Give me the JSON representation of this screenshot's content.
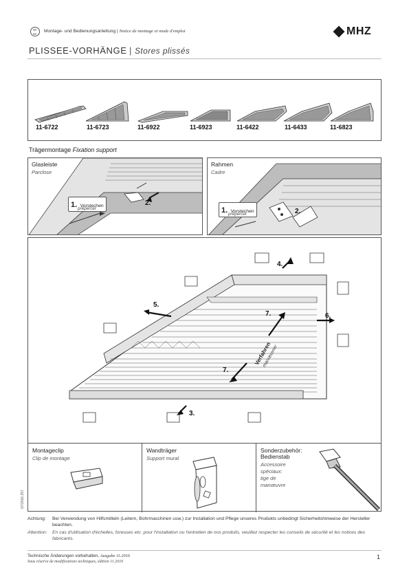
{
  "header": {
    "doc_type_de": "Montage- und Bedienungsanleitung",
    "separator": "|",
    "doc_type_fr": "Notice de montage et mode d'emploi",
    "brand": "MHZ"
  },
  "title": {
    "de": "PLISSEE-VORHÄNGE",
    "separator": "|",
    "fr": "Stores plissés"
  },
  "products": [
    {
      "code": "11-6722"
    },
    {
      "code": "11-6723"
    },
    {
      "code": "11-6922"
    },
    {
      "code": "11-6923"
    },
    {
      "code": "11-6422"
    },
    {
      "code": "11-6433"
    },
    {
      "code": "11-6823"
    }
  ],
  "section": {
    "de": "Trägermontage",
    "fr": "Fixation support"
  },
  "panel_glass": {
    "title": "Glasleiste",
    "sub": "Parclose",
    "step1_num": "1.",
    "step1_de": "Vorstechen",
    "step1_fr": "prépercer",
    "step2": "2."
  },
  "panel_frame": {
    "title": "Rahmen",
    "sub": "Cadre",
    "step1_num": "1.",
    "step1_de": "Vorstechen",
    "step1_fr": "prépercer",
    "step2": "2."
  },
  "main_steps": {
    "s3": "3.",
    "s4": "4.",
    "s5": "5.",
    "s6": "6.",
    "s7a": "7.",
    "s7b": "7.",
    "verfahren_de": "Verfahren",
    "verfahren_fr": "manœuvrer"
  },
  "accessories": {
    "clip_de": "Montageclip",
    "clip_fr": "Clip de montage",
    "wall_de": "Wandträger",
    "wall_fr": "Support mural",
    "extra_de_1": "Sonderzubehör:",
    "extra_de_2": "Bedienstab",
    "extra_fr_1": "Accessoire",
    "extra_fr_2": "spéciaux:",
    "extra_fr_3": "tige de",
    "extra_fr_4": "manœuvre"
  },
  "side_code": "07/2016.257",
  "warning": {
    "key_de": "Achtung:",
    "text_de": "Bei Verwendung von Hilfsmitteln (Leitern, Bohrmaschinen usw.) zur Installation und Pflege unseres Produkts unbedingt Sicherheitshinweise der Hersteller beachten.",
    "key_fr": "Attention:",
    "text_fr": "En cas d'utilisation d'échelles, foreuses etc. pour l'installation ou l'entretien de nos produits, veuillez respecter les conseils de sécurité et les notices des fabricants."
  },
  "footer": {
    "de": "Technische Änderungen vorbehalten,",
    "de_edition": "Ausgabe 11.2016",
    "fr": "Sous réserve de modifications techniques, édition 11.2016",
    "page": "1"
  }
}
